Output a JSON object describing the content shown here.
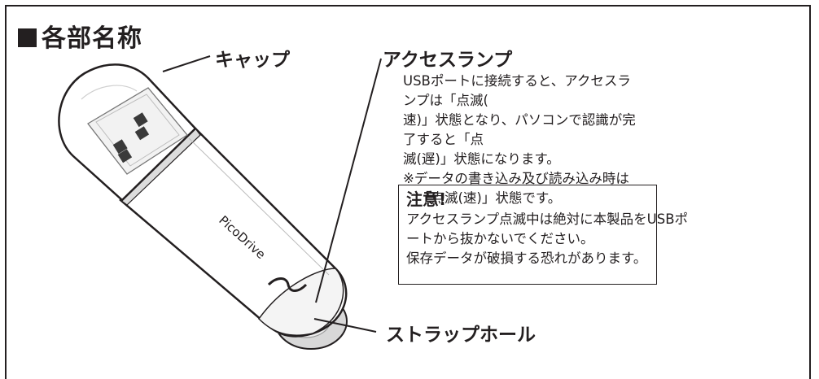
{
  "section_title": "各部名称",
  "labels": {
    "cap": "キャップ",
    "access_lamp": "アクセスランプ",
    "strap_hole": "ストラップホール"
  },
  "product_logo": "PicoDrive",
  "description": {
    "line1": "USBポートに接続すると、アクセスランプは「点滅(",
    "line2": "速)」状態となり、パソコンで認識が完了すると「点",
    "line3": "滅(遅)」状態になります。",
    "note": "※データの書き込み及び読み込み時は「点滅(速)」状態です。"
  },
  "caution": {
    "title": "注意!",
    "line1": "アクセスランプ点滅中は絶対に本製品をUSBポ",
    "line2": "ートから抜かないでください。",
    "line3": "保存データが破損する恐れがあります。"
  },
  "colors": {
    "ink": "#231f20",
    "device_body": "#ffffff",
    "device_shade": "#d8d8d8"
  }
}
